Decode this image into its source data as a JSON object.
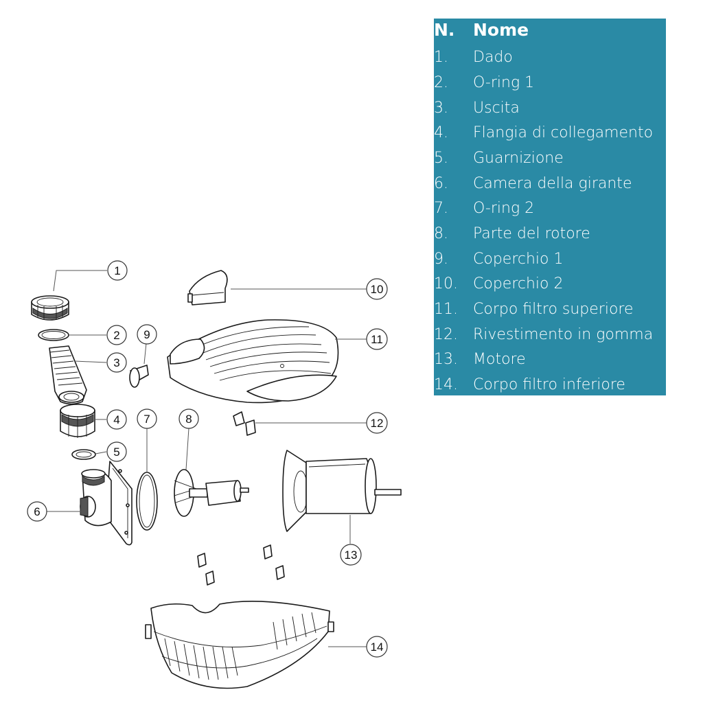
{
  "table": {
    "header": {
      "n": "N.",
      "name": "Nome"
    },
    "rows": [
      {
        "n": "1.",
        "name": "Dado"
      },
      {
        "n": "2.",
        "name": "O-ring 1"
      },
      {
        "n": "3.",
        "name": "Uscita"
      },
      {
        "n": "4.",
        "name": "Flangia di collegamento"
      },
      {
        "n": "5.",
        "name": "Guarnizione"
      },
      {
        "n": "6.",
        "name": "Camera della girante"
      },
      {
        "n": "7.",
        "name": "O-ring 2"
      },
      {
        "n": "8.",
        "name": "Parte del rotore"
      },
      {
        "n": "9.",
        "name": "Coperchio 1"
      },
      {
        "n": "10.",
        "name": "Coperchio 2"
      },
      {
        "n": "11.",
        "name": "Corpo filtro superiore"
      },
      {
        "n": "12.",
        "name": "Rivestimento in gomma"
      },
      {
        "n": "13.",
        "name": "Motore"
      },
      {
        "n": "14.",
        "name": "Corpo filtro inferiore"
      }
    ]
  },
  "callouts": [
    "1",
    "2",
    "3",
    "4",
    "5",
    "6",
    "7",
    "8",
    "9",
    "10",
    "11",
    "12",
    "13",
    "14"
  ],
  "colors": {
    "table_bg": "#2a8aa5",
    "table_text": "#ffffff",
    "line": "#1a1a1a"
  }
}
